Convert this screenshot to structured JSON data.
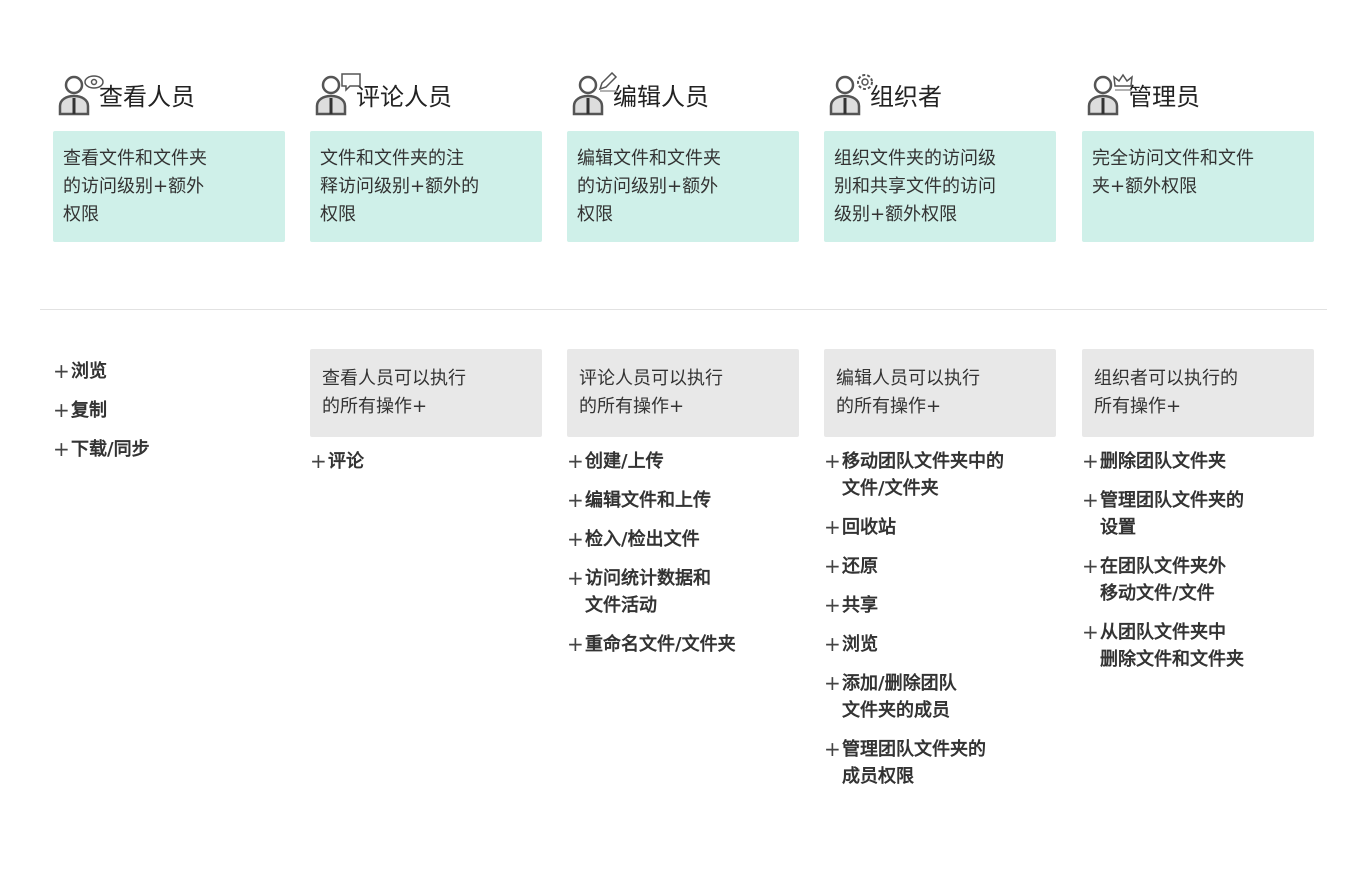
{
  "roles": [
    {
      "title": "查看人员",
      "badge": "eye-icon",
      "desc": "查看文件和文件夹\n的访问级别+额外\n权限",
      "inherit": "",
      "actions": [
        "浏览",
        "复制",
        "下载/同步"
      ]
    },
    {
      "title": "评论人员",
      "badge": "comment-icon",
      "desc": "文件和文件夹的注\n释访问级别+额外的\n权限",
      "inherit": "查看人员可以执行\n的所有操作+",
      "actions": [
        "评论"
      ]
    },
    {
      "title": "编辑人员",
      "badge": "pencil-icon",
      "desc": "编辑文件和文件夹\n的访问级别+额外\n权限",
      "inherit": "评论人员可以执行\n的所有操作+",
      "actions": [
        "创建/上传",
        "编辑文件和上传",
        "检入/检出文件",
        "访问统计数据和\n文件活动",
        "重命名文件/文件夹"
      ]
    },
    {
      "title": "组织者",
      "badge": "gear-icon",
      "desc": "组织文件夹的访问级\n别和共享文件的访问\n级别+额外权限",
      "inherit": "编辑人员可以执行\n的所有操作+",
      "actions": [
        "移动团队文件夹中的\n文件/文件夹",
        "回收站",
        "还原",
        "共享",
        "浏览",
        "添加/删除团队\n文件夹的成员",
        "管理团队文件夹的\n成员权限"
      ]
    },
    {
      "title": "管理员",
      "badge": "crown-icon",
      "desc": "完全访问文件和文件\n夹+额外权限",
      "inherit": "组织者可以执行的\n所有操作+",
      "actions": [
        "删除团队文件夹",
        "管理团队文件夹的\n设置",
        "在团队文件夹外\n移动文件/文件",
        "从团队文件夹中\n删除文件和文件夹"
      ]
    }
  ],
  "plus": "+",
  "colors": {
    "desc_bg": "#cff0e9",
    "inherit_bg": "#e8e8e8"
  }
}
